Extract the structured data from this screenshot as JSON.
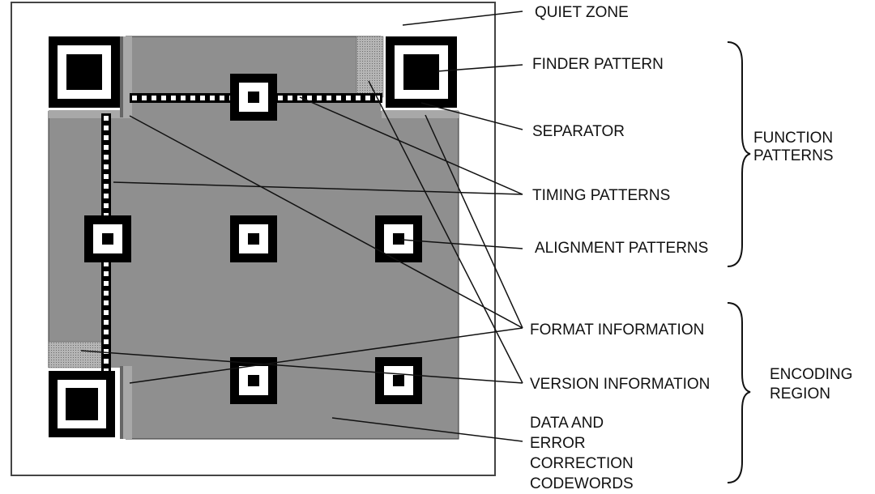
{
  "colors": {
    "region_fill": "#8f8f8f",
    "separator_fill": "#a8a8a8",
    "module_dark": "#000000",
    "module_light": "#ffffff",
    "line": "#111111",
    "frame": "#444444"
  },
  "labels": {
    "quiet_zone": "QUIET ZONE",
    "finder_pattern": "FINDER PATTERN",
    "separator": "SEPARATOR",
    "timing_patterns": "TIMING PATTERNS",
    "alignment_patterns": "ALIGNMENT PATTERNS",
    "format_information": "FORMAT INFORMATION",
    "version_information": "VERSION INFORMATION",
    "data_codewords": [
      "DATA AND",
      "ERROR",
      "CORRECTION",
      "CODEWORDS"
    ]
  },
  "groups": {
    "function_patterns": [
      "FUNCTION",
      "PATTERNS"
    ],
    "encoding_region": [
      "ENCODING",
      "REGION"
    ]
  }
}
